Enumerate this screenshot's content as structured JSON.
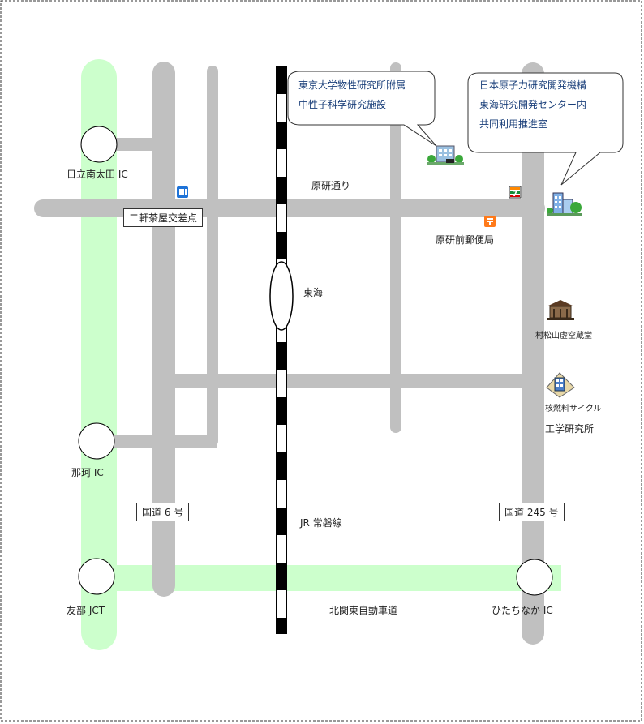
{
  "map": {
    "interchanges": {
      "hitachi_minami_ota": "日立南太田 IC",
      "naka": "那珂 IC",
      "tomobe": "友部 JCT",
      "hitachinaka": "ひたちなか IC"
    },
    "roads": {
      "genken_dori": "原研通り",
      "kokudo6": "国道 6 号",
      "kokudo245": "国道 245 号",
      "kita_kanto": "北関東自動車道",
      "nikenchaya": "二軒茶屋交差点"
    },
    "rail": {
      "joban_line": "JR 常磐線",
      "tokai_station": "東海"
    },
    "places": {
      "post_office": "原研前郵便局",
      "muramatsu": "村松山虚空蔵堂",
      "nuclear_fuel_1": "核燃料サイクル",
      "nuclear_fuel_2": "工学研究所"
    },
    "callouts": {
      "issp": [
        "東京大学物性研究所附属",
        "中性子科学研究施設"
      ],
      "jaea": [
        "日本原子力研究開発機構",
        "東海研究開発センター内",
        "共同利用推進室"
      ]
    },
    "colors": {
      "road": "#c0c0c0",
      "expressway": "#ccffcc",
      "rail": "#000000",
      "callout_text": "#1a3f7a"
    },
    "icons": [
      "convenience-store-icon",
      "post-office-icon",
      "gas-station-icon",
      "temple-icon",
      "factory-icon",
      "building-icon"
    ]
  }
}
